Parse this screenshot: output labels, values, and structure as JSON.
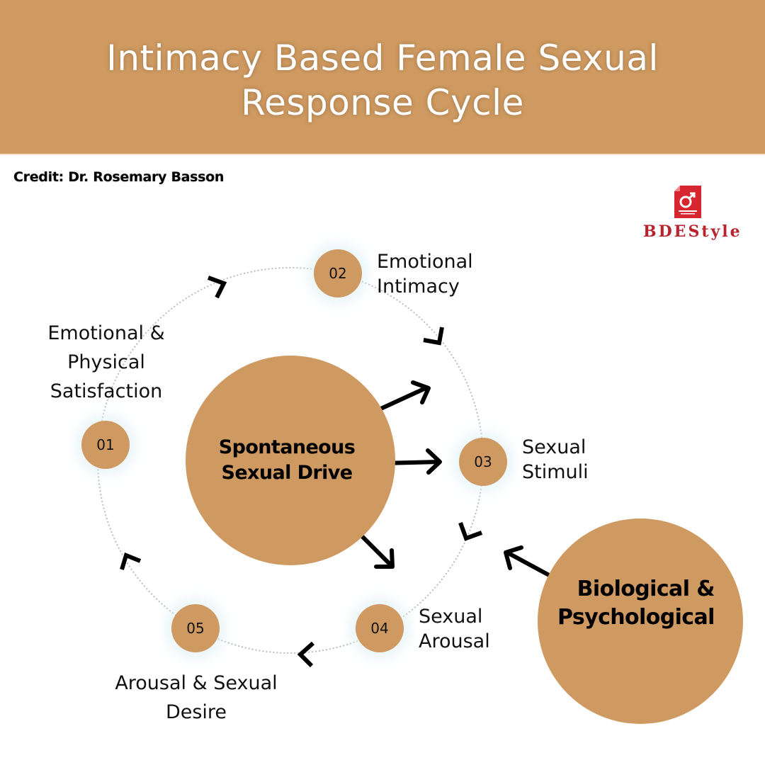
{
  "header": {
    "title_line1": "Intimacy Based Female Sexual",
    "title_line2": "Response Cycle"
  },
  "credit": "Credit: Dr. Rosemary Basson",
  "logo": {
    "icon": "male-symbol-document-icon",
    "text": "BDEStyle",
    "color": "#b8232e"
  },
  "colors": {
    "accent": "#cf9a61",
    "text": "#000000",
    "cycle_line": "#bdbdbd"
  },
  "center": {
    "line1": "Spontaneous",
    "line2": "Sexual Drive"
  },
  "external": {
    "line1": "Biological &",
    "line2": "Psychological"
  },
  "nodes": [
    {
      "num": "01",
      "label_line1": "Emotional &",
      "label_line2": "Physical",
      "label_line3": "Satisfaction"
    },
    {
      "num": "02",
      "label_line1": "Emotional",
      "label_line2": "Intimacy"
    },
    {
      "num": "03",
      "label_line1": "Sexual",
      "label_line2": "Stimuli"
    },
    {
      "num": "04",
      "label_line1": "Sexual",
      "label_line2": "Arousal"
    },
    {
      "num": "05",
      "label_line1": "Arousal & Sexual",
      "label_line2": "Desire"
    }
  ]
}
